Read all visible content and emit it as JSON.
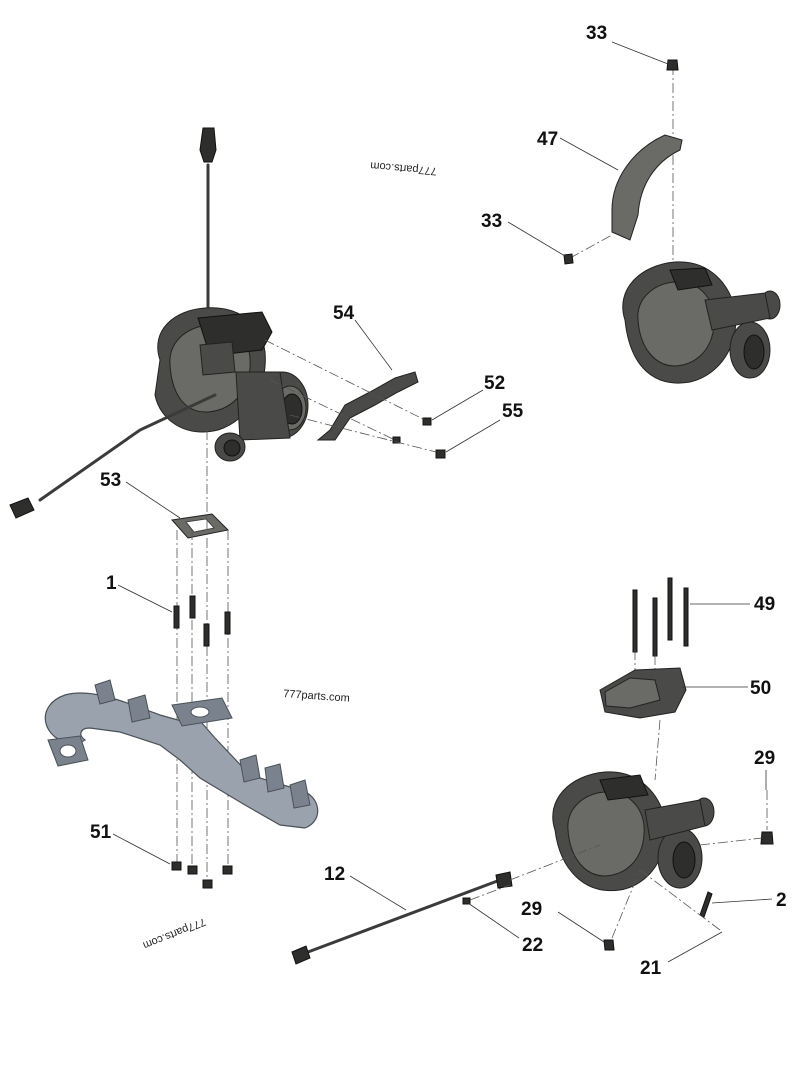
{
  "watermarks": {
    "top": "777parts.com",
    "middle": "777parts.com",
    "bottom": "777parts.com"
  },
  "callouts": {
    "c33_top": "33",
    "c47": "47",
    "c33_mid": "33",
    "c54": "54",
    "c52": "52",
    "c55": "55",
    "c53": "53",
    "c1": "1",
    "c49": "49",
    "c50": "50",
    "c29_right": "29",
    "c51": "51",
    "c12": "12",
    "c29_bottom": "29",
    "c2": "2",
    "c22": "22",
    "c21": "21"
  },
  "colors": {
    "turbo_metal": "#4a4a48",
    "manifold": "#9aa3ad",
    "text": "#111111"
  }
}
